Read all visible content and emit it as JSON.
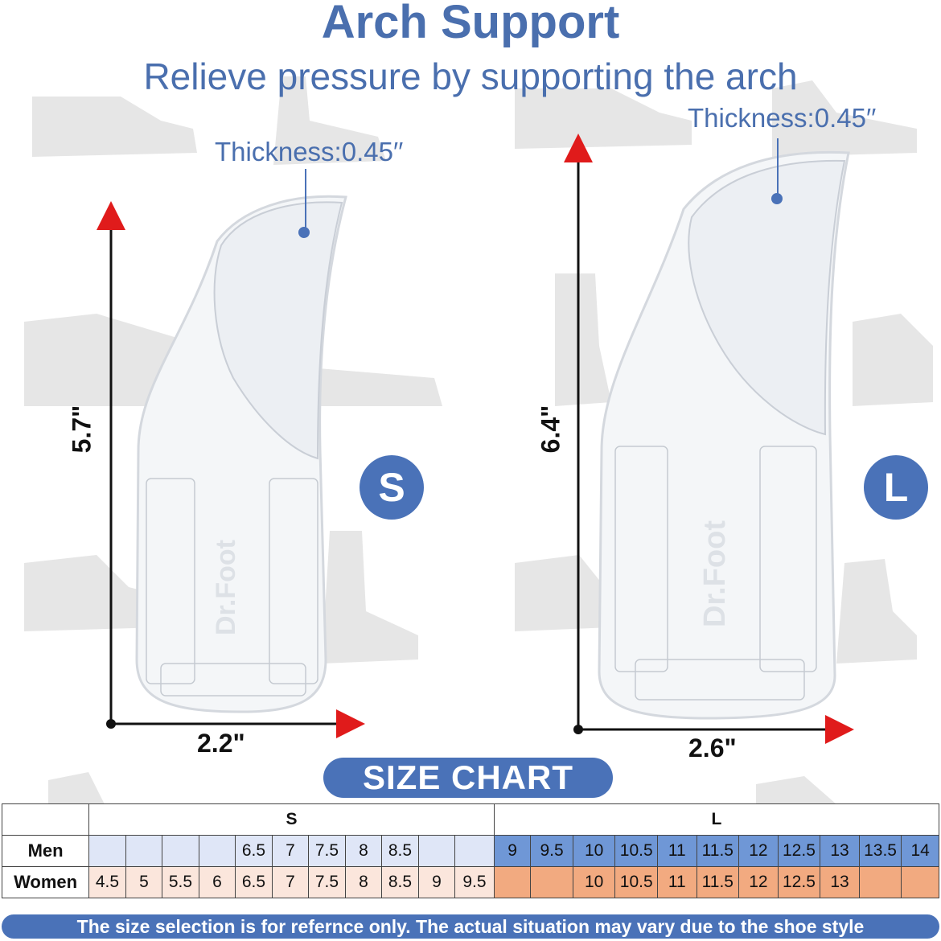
{
  "header": {
    "title": "Arch Support",
    "subtitle": "Relieve pressure by supporting the arch"
  },
  "small_insole": {
    "thickness": "Thickness:0.45′′",
    "height": "5.7\"",
    "width": "2.2\"",
    "badge": "S",
    "brand_mark": "Dr.Foot"
  },
  "large_insole": {
    "thickness": "Thickness:0.45′′",
    "height": "6.4\"",
    "width": "2.6\"",
    "badge": "L",
    "brand_mark": "Dr.Foot"
  },
  "size_chart": {
    "title": "SIZE CHART",
    "group_s": "S",
    "group_l": "L",
    "men_label": "Men",
    "women_label": "Women",
    "men_s": [
      "",
      "",
      "",
      "",
      "6.5",
      "7",
      "7.5",
      "8",
      "8.5",
      "",
      ""
    ],
    "women_s": [
      "4.5",
      "5",
      "5.5",
      "6",
      "6.5",
      "7",
      "7.5",
      "8",
      "8.5",
      "9",
      "9.5"
    ],
    "men_l": [
      "9",
      "9.5",
      "10",
      "10.5",
      "11",
      "11.5",
      "12",
      "12.5",
      "13",
      "13.5",
      "14"
    ],
    "women_l": [
      "",
      "",
      "10",
      "10.5",
      "11",
      "11.5",
      "12",
      "12.5",
      "13",
      "",
      ""
    ]
  },
  "footer_note": "The size selection is for refernce only. The actual situation may vary due to the shoe style",
  "colors": {
    "accent_blue": "#4a72b8",
    "title_blue": "#4a6fae",
    "arrow_red": "#e01b1b",
    "men_s_fill": "#dfe6f7",
    "women_s_fill": "#fbe6dc",
    "men_l_fill": "#6f97d6",
    "women_l_fill": "#f2aa80"
  }
}
